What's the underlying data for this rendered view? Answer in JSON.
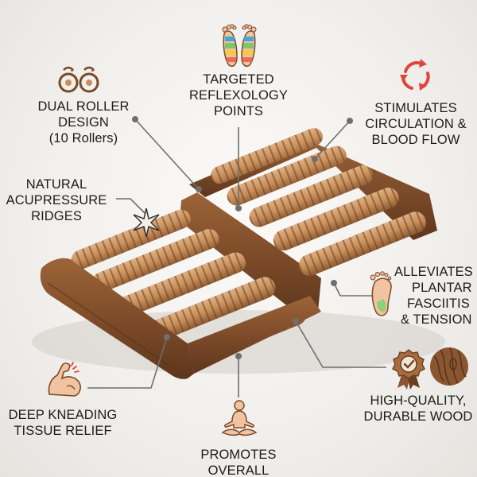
{
  "callouts": {
    "dual_roller": [
      "DUAL ROLLER",
      "DESIGN",
      "(10 Rollers)"
    ],
    "reflexology": [
      "TARGETED",
      "REFLEXOLOGY",
      "POINTS"
    ],
    "circulation": [
      "STIMULATES",
      "CIRCULATION &",
      "BLOOD FLOW"
    ],
    "acupressure": [
      "NATURAL",
      "ACUPRESSURE",
      "RIDGES"
    ],
    "plantar": [
      "ALLEVIATES",
      "PLANTAR",
      "FASCIITIS",
      "& TENSION"
    ],
    "kneading": [
      "DEEP KNEADING",
      "TISSUE RELIEF"
    ],
    "promotes": [
      "PROMOTES",
      "OVERALL"
    ],
    "wood": [
      "HIGH-QUALITY,",
      "DURABLE WOOD"
    ]
  },
  "icons": {
    "dual_roller": "rollers-icon",
    "reflexology": "feet-map-icon",
    "circulation": "recycle-arrows-icon",
    "acupressure": "starburst-icon",
    "plantar": "foot-sole-icon",
    "kneading": "flexed-arm-icon",
    "promotes": "meditation-icon",
    "wood_badge": "quality-badge-icon",
    "wood_grain": "wood-grain-icon"
  },
  "colors": {
    "wood_light": "#c98f5a",
    "wood_dark": "#7a4a28",
    "frame": "#8a5632",
    "leader": "#6e6e6e",
    "accent_red": "#e0453a"
  }
}
